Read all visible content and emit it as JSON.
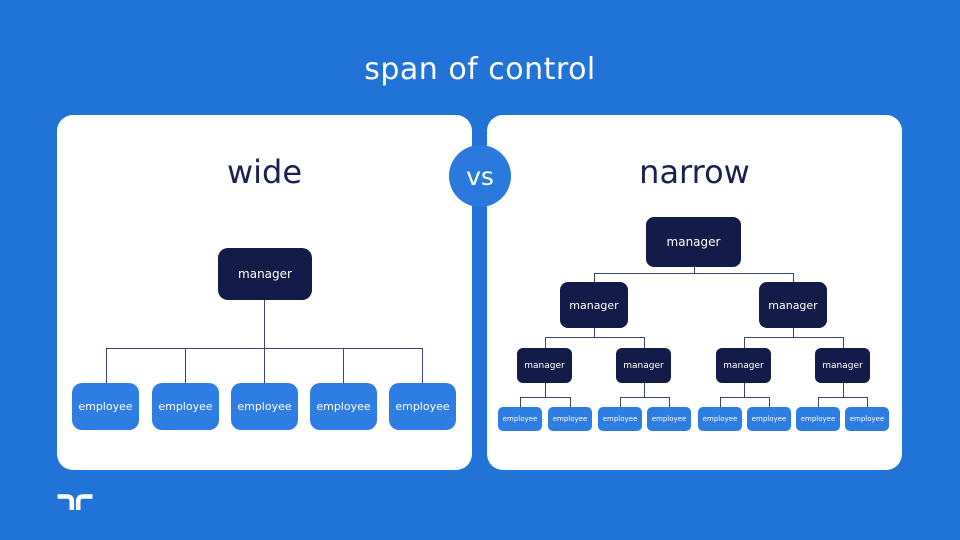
{
  "title": "span of control",
  "comparison": {
    "vs_label": "vs"
  },
  "left_panel": {
    "heading": "wide",
    "manager": "manager",
    "employees": [
      "employee",
      "employee",
      "employee",
      "employee",
      "employee"
    ]
  },
  "right_panel": {
    "heading": "narrow",
    "top_manager": "manager",
    "mid_managers": [
      "manager",
      "manager"
    ],
    "low_managers": [
      "manager",
      "manager",
      "manager",
      "manager"
    ],
    "employees": [
      "employee",
      "employee",
      "employee",
      "employee",
      "employee",
      "employee",
      "employee",
      "employee"
    ]
  },
  "colors": {
    "background": "#2273d7",
    "panel": "#ffffff",
    "dark_node": "#131b49",
    "blue_node": "#2e7de2",
    "vs_circle": "#2a7ade",
    "heading_text": "#1a2052",
    "connector": "#3a4570",
    "title_text": "#ffffff"
  }
}
